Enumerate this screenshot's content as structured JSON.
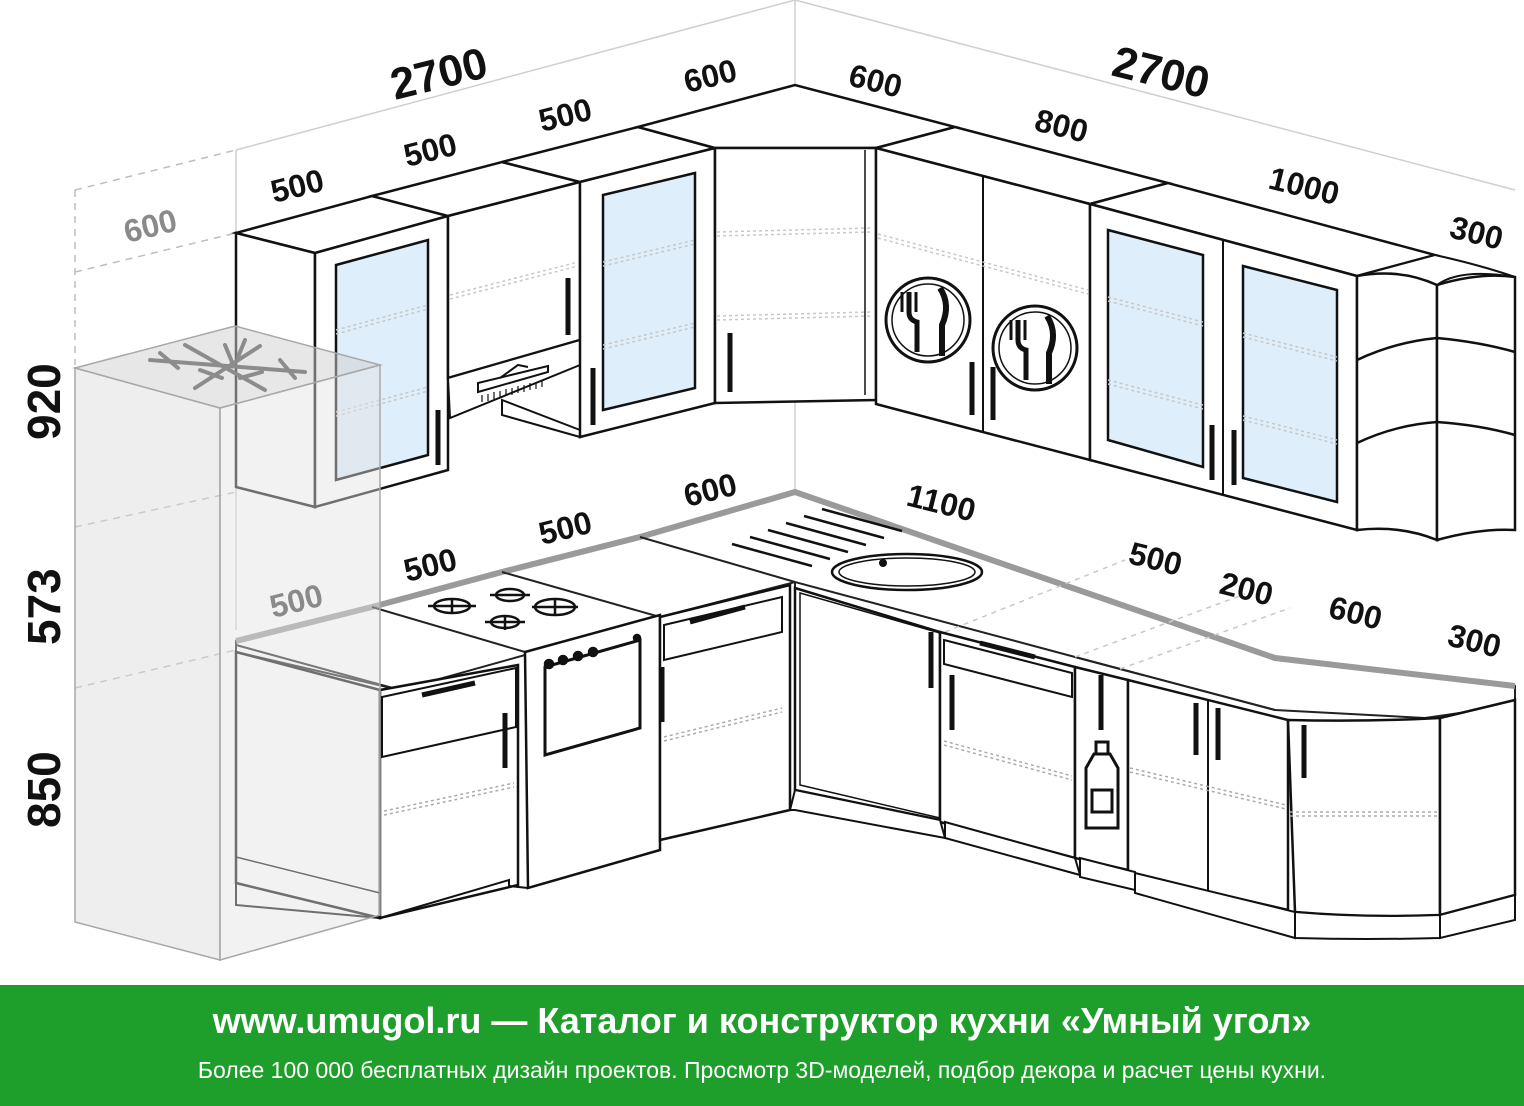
{
  "dimensions": {
    "wall_left_width": "2700",
    "wall_right_width": "2700",
    "upper_depth": "600",
    "upper_left": [
      "500",
      "500",
      "500",
      "600"
    ],
    "upper_right": [
      "600",
      "800",
      "1000",
      "300"
    ],
    "lower_left": [
      "500",
      "500",
      "500",
      "600"
    ],
    "lower_right": [
      "1100",
      "500",
      "200",
      "600",
      "300"
    ],
    "height_upper": "920",
    "height_gap": "573",
    "height_lower": "850"
  },
  "banner": {
    "title": "www.umugol.ru — Каталог и конструктор кухни «Умный угол»",
    "subtitle": "Более 100 000 бесплатных дизайн проектов. Просмотр 3D-моделей, подбор декора и расчет цены кухни."
  },
  "colors": {
    "banner_bg": "#1e9e2a",
    "glass": "#deeefa",
    "fridge": "#ececec",
    "countertop_edge": "#9a9a9a"
  },
  "icons": [
    "snowflake-icon",
    "cutlery-icon",
    "bottle-icon",
    "hood-icon",
    "burner-icon"
  ]
}
